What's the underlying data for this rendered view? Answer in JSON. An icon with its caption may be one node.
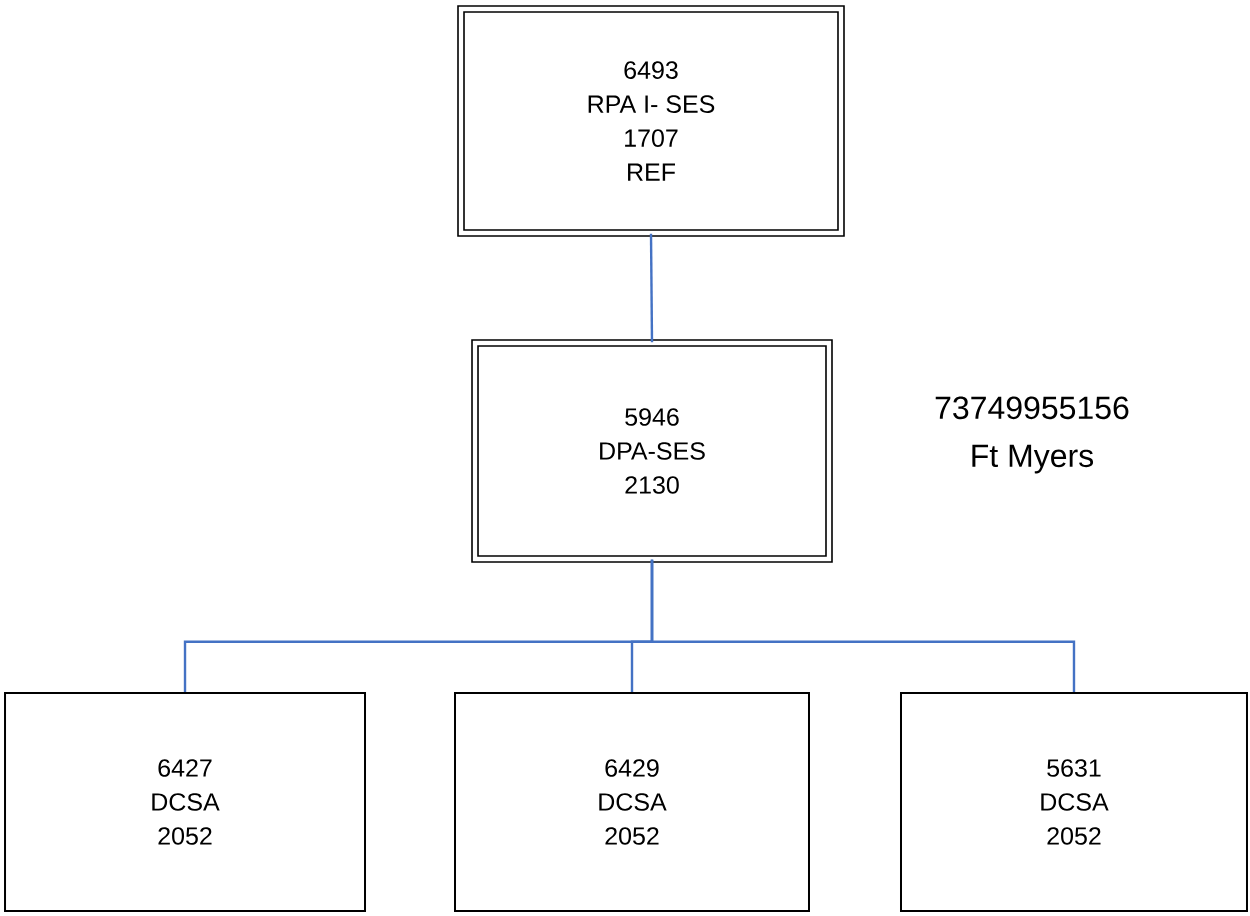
{
  "diagram": {
    "nodes": [
      {
        "text": [
          "6493",
          "RPA I- SES",
          "1707",
          "REF"
        ]
      },
      {
        "text": [
          "5946",
          "DPA-SES",
          "2130"
        ],
        "beside": [
          "73749955156",
          "Ft Myers"
        ]
      },
      {
        "text": [
          "6427",
          "DCSA",
          "2052"
        ]
      },
      {
        "text": [
          "6429",
          "DCSA",
          "2052"
        ]
      },
      {
        "text": [
          "5631",
          "DCSA",
          "2052"
        ]
      }
    ],
    "edges": [
      {
        "from": 0,
        "to": 1,
        "arrow": "none"
      },
      {
        "from": 1,
        "to": 2,
        "arrow": "none"
      },
      {
        "from": 1,
        "to": 3,
        "arrow": "none"
      },
      {
        "from": 1,
        "to": 4,
        "arrow": "none"
      }
    ]
  }
}
